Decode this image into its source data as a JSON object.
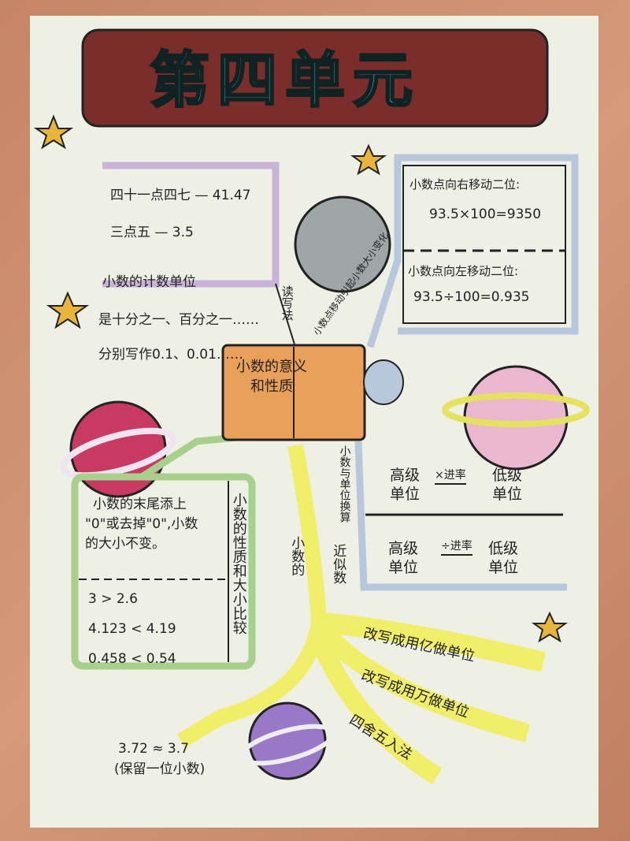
{
  "title": "第四单元",
  "center": {
    "line1": "小数的意义",
    "line2": "和性质"
  },
  "read_write": {
    "branch_label": "读写法",
    "example1": "四十一点四七 — 41.47",
    "example2": "三点五 — 3.5",
    "unit_line1": "小数的计数单位",
    "unit_line2": "是十分之一、百分之一……",
    "unit_line3": "分别写作0.1、0.01……"
  },
  "decimal_point_move": {
    "branch_label": "小数点移动引起小数大小变化",
    "right_rule": "小数点向右移动二位:",
    "right_example": "93.5×100=9350",
    "left_rule": "小数点向左移动二位:",
    "left_example": "93.5÷100=0.935"
  },
  "unit_conversion": {
    "branch_label": "小数与单位换算",
    "row1": {
      "from": "高级单位",
      "arrow": "×进率",
      "to": "低级单位"
    },
    "row2": {
      "from": "高级单位",
      "arrow": "÷进率",
      "to": "低级单位"
    }
  },
  "properties": {
    "branch_label": "小数的性质和大小比较",
    "rule": [
      "小数的末尾添上",
      "\"0\"或去掉\"0\",小数",
      "的大小不变。"
    ],
    "comparisons": [
      "3 > 2.6",
      "4.123 < 4.19",
      "0.458 < 0.54"
    ]
  },
  "approximation": {
    "branch_label_1": "小数的",
    "branch_label_2": "近似数",
    "items": [
      "改写成用亿做单位",
      "改写成用万做单位",
      "四舍五入法"
    ],
    "example": "3.72 ≈ 3.7",
    "example_note": "(保留一位小数)"
  },
  "colors": {
    "title": "#3cb9d9",
    "banner": "#7a2d2a",
    "frame": "#c98a6a",
    "book": "#e8a05a",
    "branch_yellow": "#f1ef6a",
    "branch_green": "#a8d08d",
    "branch_purple": "#c9b3d9",
    "branch_blue": "#b8c8dc"
  }
}
